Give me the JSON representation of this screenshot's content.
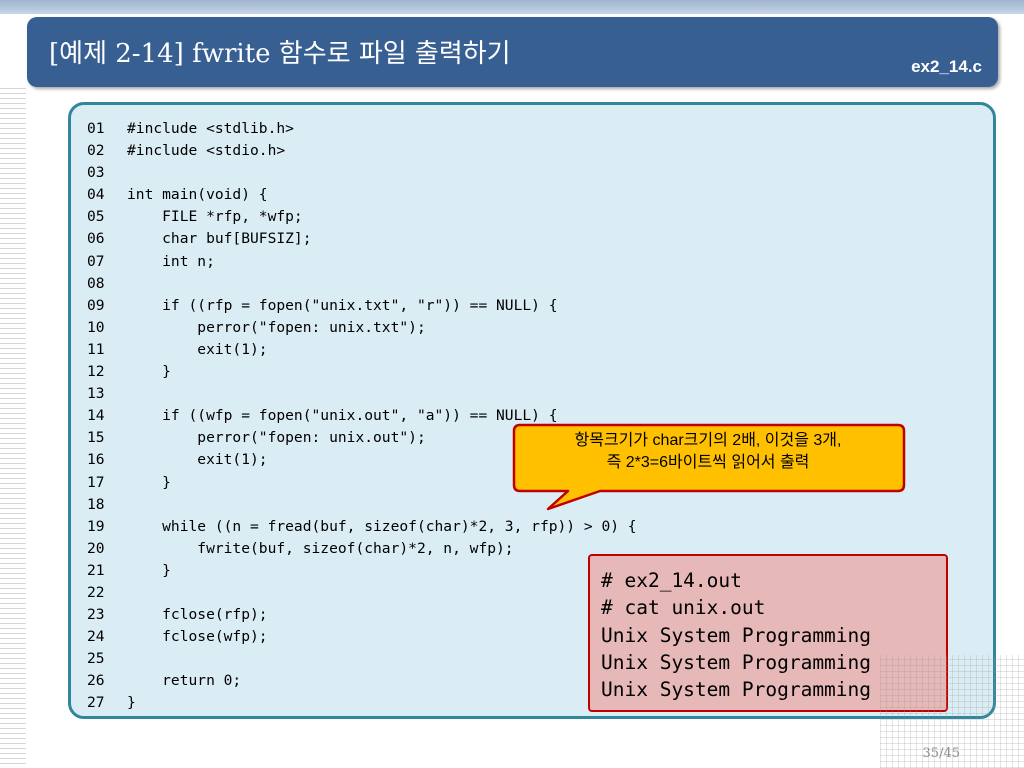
{
  "slide": {
    "title": "[예제 2-14] fwrite 함수로 파일 출력하기",
    "file_label": "ex2_14.c",
    "page_number": "35/45"
  },
  "code": {
    "lines": [
      {
        "no": "01",
        "text": "#include <stdlib.h>"
      },
      {
        "no": "02",
        "text": "#include <stdio.h>"
      },
      {
        "no": "03",
        "text": ""
      },
      {
        "no": "04",
        "text": "int main(void) {"
      },
      {
        "no": "05",
        "text": "    FILE *rfp, *wfp;"
      },
      {
        "no": "06",
        "text": "    char buf[BUFSIZ];"
      },
      {
        "no": "07",
        "text": "    int n;"
      },
      {
        "no": "08",
        "text": ""
      },
      {
        "no": "09",
        "text": "    if ((rfp = fopen(\"unix.txt\", \"r\")) == NULL) {"
      },
      {
        "no": "10",
        "text": "        perror(\"fopen: unix.txt\");"
      },
      {
        "no": "11",
        "text": "        exit(1);"
      },
      {
        "no": "12",
        "text": "    }"
      },
      {
        "no": "13",
        "text": ""
      },
      {
        "no": "14",
        "text": "    if ((wfp = fopen(\"unix.out\", \"a\")) == NULL) {"
      },
      {
        "no": "15",
        "text": "        perror(\"fopen: unix.out\");"
      },
      {
        "no": "16",
        "text": "        exit(1);"
      },
      {
        "no": "17",
        "text": "    }"
      },
      {
        "no": "18",
        "text": ""
      },
      {
        "no": "19",
        "text": "    while ((n = fread(buf, sizeof(char)*2, 3, rfp)) > 0) {"
      },
      {
        "no": "20",
        "text": "        fwrite(buf, sizeof(char)*2, n, wfp);"
      },
      {
        "no": "21",
        "text": "    }"
      },
      {
        "no": "22",
        "text": ""
      },
      {
        "no": "23",
        "text": "    fclose(rfp);"
      },
      {
        "no": "24",
        "text": "    fclose(wfp);"
      },
      {
        "no": "25",
        "text": ""
      },
      {
        "no": "26",
        "text": "    return 0;"
      },
      {
        "no": "27",
        "text": "}"
      }
    ]
  },
  "callout": {
    "line1": "항목크기가 char크기의  2배, 이것을 3개,",
    "line2": "즉 2*3=6바이트씩 읽어서 출력"
  },
  "output": {
    "lines": [
      "# ex2_14.out",
      "# cat unix.out",
      "Unix System Programming",
      "Unix System Programming",
      "Unix System Programming"
    ]
  },
  "colors": {
    "title_bar": "#375f92",
    "code_panel_bg": "#dbedf4",
    "code_panel_border": "#31859c",
    "callout_fill": "#ffc000",
    "callout_border": "#c00000",
    "output_bg": "#e6b8b8",
    "output_border": "#c00000"
  }
}
